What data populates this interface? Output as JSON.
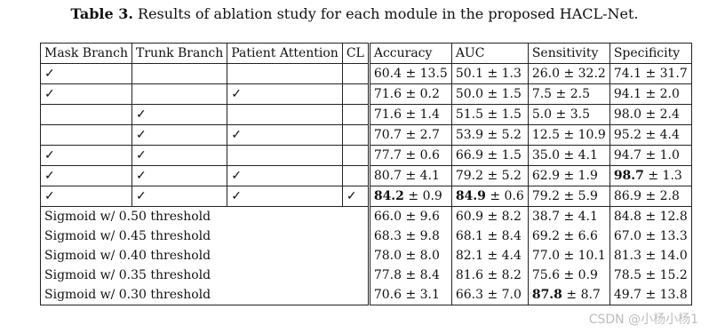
{
  "caption": {
    "label": "Table 3.",
    "text": " Results of ablation study for each module in the proposed HACL-Net."
  },
  "headers": [
    "Mask Branch",
    "Trunk Branch",
    "Patient Attention",
    "CL",
    "Accuracy",
    "AUC",
    "Sensitivity",
    "Specificity"
  ],
  "check_rows": [
    {
      "mask": "✓",
      "trunk": "",
      "patient": "",
      "cl": "",
      "acc": {
        "v": "60.4",
        "sd": "± 13.5",
        "b": false
      },
      "auc": {
        "v": "50.1",
        "sd": "± 1.3",
        "b": false
      },
      "sens": {
        "v": "26.0",
        "sd": "± 32.2",
        "b": false
      },
      "spec": {
        "v": "74.1",
        "sd": "± 31.7",
        "b": false
      }
    },
    {
      "mask": "✓",
      "trunk": "",
      "patient": "✓",
      "cl": "",
      "acc": {
        "v": "71.6",
        "sd": "± 0.2",
        "b": false
      },
      "auc": {
        "v": "50.0",
        "sd": "± 1.5",
        "b": false
      },
      "sens": {
        "v": "7.5",
        "sd": "± 2.5",
        "b": false
      },
      "spec": {
        "v": "94.1",
        "sd": "± 2.0",
        "b": false
      }
    },
    {
      "mask": "",
      "trunk": "✓",
      "patient": "",
      "cl": "",
      "acc": {
        "v": "71.6",
        "sd": "± 1.4",
        "b": false
      },
      "auc": {
        "v": "51.5",
        "sd": "± 1.5",
        "b": false
      },
      "sens": {
        "v": "5.0",
        "sd": "± 3.5",
        "b": false
      },
      "spec": {
        "v": "98.0",
        "sd": "± 2.4",
        "b": false
      }
    },
    {
      "mask": "",
      "trunk": "✓",
      "patient": "✓",
      "cl": "",
      "acc": {
        "v": "70.7",
        "sd": "± 2.7",
        "b": false
      },
      "auc": {
        "v": "53.9",
        "sd": "± 5.2",
        "b": false
      },
      "sens": {
        "v": "12.5",
        "sd": "± 10.9",
        "b": false
      },
      "spec": {
        "v": "95.2",
        "sd": "± 4.4",
        "b": false
      }
    },
    {
      "mask": "✓",
      "trunk": "✓",
      "patient": "",
      "cl": "",
      "acc": {
        "v": "77.7",
        "sd": "± 0.6",
        "b": false
      },
      "auc": {
        "v": "66.9",
        "sd": "± 1.5",
        "b": false
      },
      "sens": {
        "v": "35.0",
        "sd": "± 4.1",
        "b": false
      },
      "spec": {
        "v": "94.7",
        "sd": "± 1.0",
        "b": false
      }
    },
    {
      "mask": "✓",
      "trunk": "✓",
      "patient": "✓",
      "cl": "",
      "acc": {
        "v": "80.7",
        "sd": "± 4.1",
        "b": false
      },
      "auc": {
        "v": "79.2",
        "sd": "± 5.2",
        "b": false
      },
      "sens": {
        "v": "62.9",
        "sd": "± 1.9",
        "b": false
      },
      "spec": {
        "v": "98.7",
        "sd": "± 1.3",
        "b": true
      }
    },
    {
      "mask": "✓",
      "trunk": "✓",
      "patient": "✓",
      "cl": "✓",
      "acc": {
        "v": "84.2",
        "sd": "± 0.9",
        "b": true
      },
      "auc": {
        "v": "84.9",
        "sd": "± 0.6",
        "b": true
      },
      "sens": {
        "v": "79.2",
        "sd": "± 5.9",
        "b": false
      },
      "spec": {
        "v": "86.9",
        "sd": "± 2.8",
        "b": false
      }
    }
  ],
  "sigmoid_rows": [
    {
      "label": "Sigmoid w/ 0.50 threshold",
      "acc": {
        "v": "66.0",
        "sd": "± 9.6",
        "b": false
      },
      "auc": {
        "v": "60.9",
        "sd": "± 8.2",
        "b": false
      },
      "sens": {
        "v": "38.7",
        "sd": "± 4.1",
        "b": false
      },
      "spec": {
        "v": "84.8",
        "sd": "± 12.8",
        "b": false
      }
    },
    {
      "label": "Sigmoid w/ 0.45 threshold",
      "acc": {
        "v": "68.3",
        "sd": "± 9.8",
        "b": false
      },
      "auc": {
        "v": "68.1",
        "sd": "± 8.4",
        "b": false
      },
      "sens": {
        "v": "69.2",
        "sd": "± 6.6",
        "b": false
      },
      "spec": {
        "v": "67.0",
        "sd": "± 13.3",
        "b": false
      }
    },
    {
      "label": "Sigmoid w/ 0.40 threshold",
      "acc": {
        "v": "78.0",
        "sd": "± 8.0",
        "b": false
      },
      "auc": {
        "v": "82.1",
        "sd": "± 4.4",
        "b": false
      },
      "sens": {
        "v": "77.0",
        "sd": "± 10.1",
        "b": false
      },
      "spec": {
        "v": "81.3",
        "sd": "± 14.0",
        "b": false
      }
    },
    {
      "label": "Sigmoid w/ 0.35 threshold",
      "acc": {
        "v": "77.8",
        "sd": "± 8.4",
        "b": false
      },
      "auc": {
        "v": "81.6",
        "sd": "± 8.2",
        "b": false
      },
      "sens": {
        "v": "75.6",
        "sd": "± 0.9",
        "b": false
      },
      "spec": {
        "v": "78.5",
        "sd": "± 15.2",
        "b": false
      }
    },
    {
      "label": "Sigmoid w/ 0.30 threshold",
      "acc": {
        "v": "70.6",
        "sd": "± 3.1",
        "b": false
      },
      "auc": {
        "v": "66.3",
        "sd": "± 7.0",
        "b": false
      },
      "sens": {
        "v": "87.8",
        "sd": "± 8.7",
        "b": true
      },
      "spec": {
        "v": "49.7",
        "sd": "± 13.8",
        "b": false
      }
    }
  ],
  "watermark": "CSDN @小杨小杨1"
}
